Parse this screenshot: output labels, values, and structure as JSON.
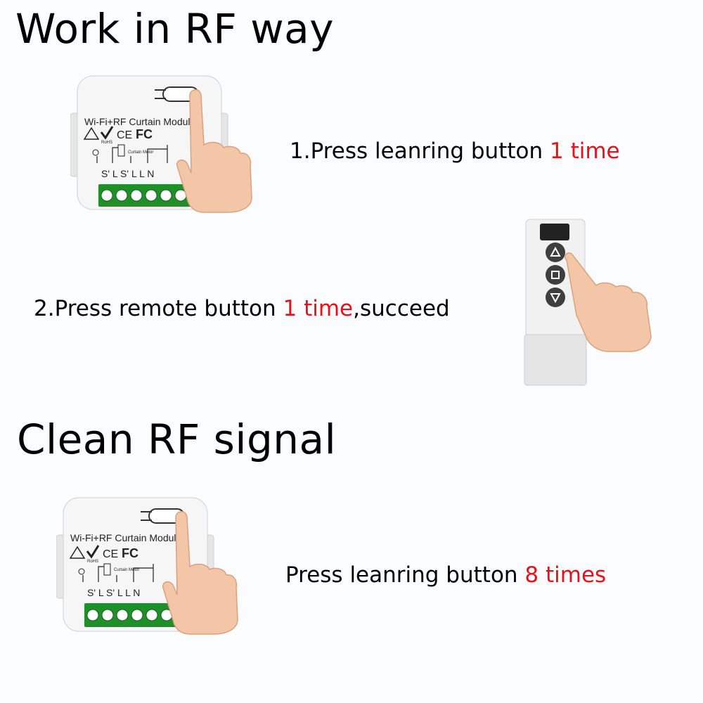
{
  "section1": {
    "title": "Work in RF way",
    "step1": {
      "text": "1.Press leanring button ",
      "highlight": "1 time"
    },
    "step2": {
      "text": "2.Press remote button ",
      "highlight": "1 time",
      "suffix": ",succeed"
    }
  },
  "section2": {
    "title": "Clean RF signal",
    "step": {
      "text": "Press leanring button ",
      "highlight": "8 times"
    }
  },
  "module": {
    "label": "Wi-Fi+RF Curtain Module",
    "marks": [
      "RoHS",
      "CE",
      "FC"
    ],
    "diagram_label": "Curtain Motor",
    "terminals": [
      "S'",
      "L",
      "S'",
      "L",
      "L",
      "N"
    ]
  },
  "remote": {
    "buttons": [
      "up-arrow-icon",
      "stop-square-icon",
      "down-arrow-icon"
    ]
  },
  "colors": {
    "accent": "#e8101a",
    "terminal_green": "#1f8f2a",
    "text": "#000000"
  }
}
